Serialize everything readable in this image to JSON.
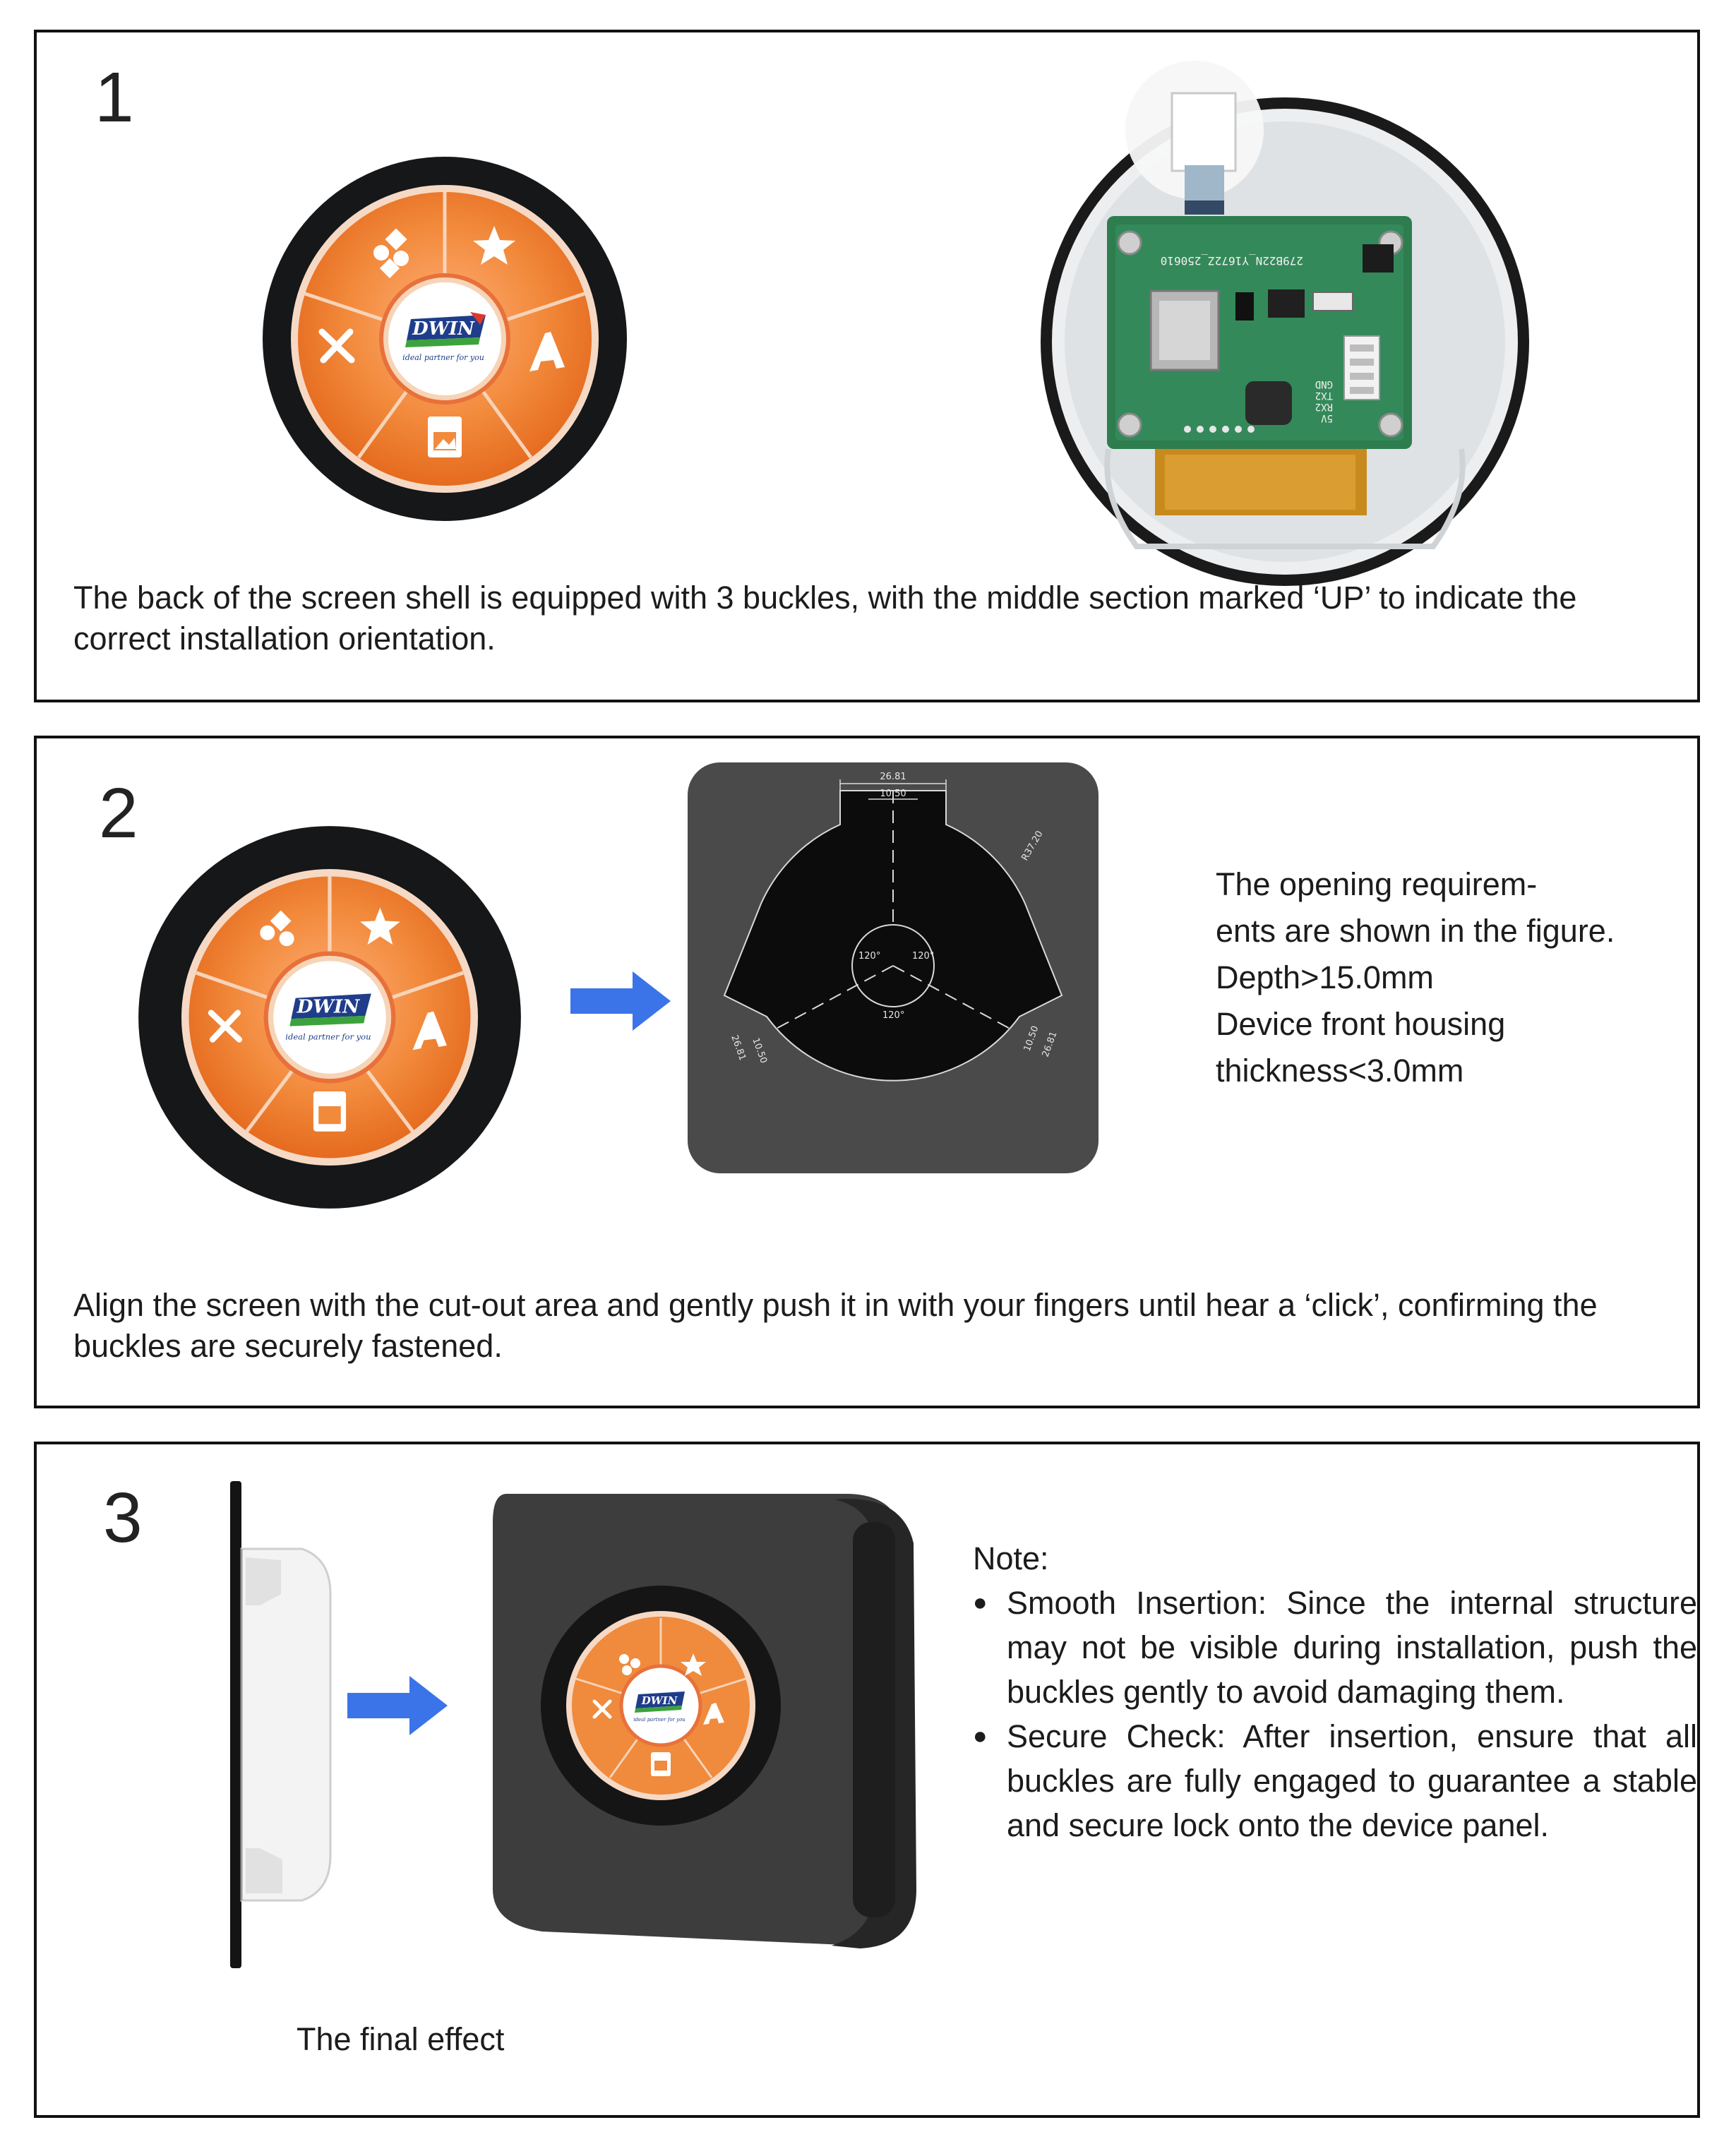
{
  "steps": [
    {
      "number": "1",
      "text": "The back of the screen shell is equipped with 3 buckles, with the middle section marked ‘UP’ to indicate the correct installation orientation."
    },
    {
      "number": "2",
      "side_lines": [
        "The opening requirem-",
        "ents are shown in the figure.",
        "Depth>15.0mm",
        "Device front housing",
        "thickness<3.0mm"
      ],
      "text": "Align the screen with the cut-out area and gently push it in with your fingers until hear a ‘click’, confirming the buckles are securely fastened."
    },
    {
      "number": "3",
      "note_title": "Note:",
      "notes": [
        "Smooth Insertion: Since the internal structure may not be visible during installation, push the buckles gently to avoid damaging them.",
        "Secure Check: After insertion, ensure that all buckles are fully engaged to guarantee a stable and secure lock onto the device panel."
      ],
      "caption": "The final effect"
    }
  ],
  "screen": {
    "logo_text": "DWIN",
    "slogan": "ideal partner for you"
  },
  "drawing": {
    "dim_top_outer": "26.81",
    "dim_top_inner": "10.50",
    "radius": "R37.20",
    "angle": "120°"
  },
  "pcb": {
    "code": "279B22N_Y1672Z_250610",
    "pins": [
      "5V",
      "RX2",
      "TX2",
      "GND"
    ]
  },
  "colors": {
    "accent_arrow": "#3a74e8",
    "screen_orange": "#f0883a",
    "panel_dark": "#4a4a4a"
  }
}
